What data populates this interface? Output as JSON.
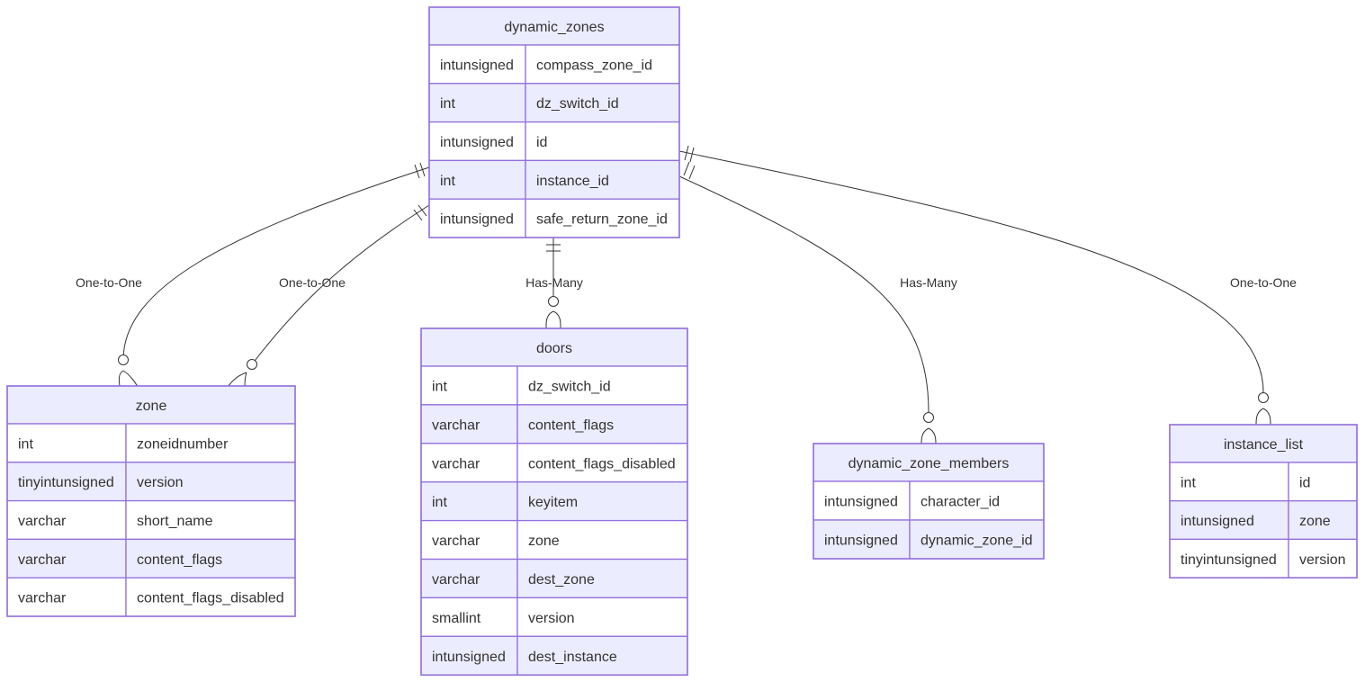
{
  "colors": {
    "header_fill": "#ececff",
    "row_odd_fill": "#ffffff",
    "row_even_fill": "#ececff",
    "border": "#9370db",
    "line": "#333333",
    "text": "#333333"
  },
  "entities": [
    {
      "key": "dynamic_zones",
      "title": "dynamic_zones",
      "attributes": [
        {
          "type": "intunsigned",
          "name": "compass_zone_id"
        },
        {
          "type": "int",
          "name": "dz_switch_id"
        },
        {
          "type": "intunsigned",
          "name": "id"
        },
        {
          "type": "int",
          "name": "instance_id"
        },
        {
          "type": "intunsigned",
          "name": "safe_return_zone_id"
        }
      ]
    },
    {
      "key": "zone",
      "title": "zone",
      "attributes": [
        {
          "type": "int",
          "name": "zoneidnumber"
        },
        {
          "type": "tinyintunsigned",
          "name": "version"
        },
        {
          "type": "varchar",
          "name": "short_name"
        },
        {
          "type": "varchar",
          "name": "content_flags"
        },
        {
          "type": "varchar",
          "name": "content_flags_disabled"
        }
      ]
    },
    {
      "key": "doors",
      "title": "doors",
      "attributes": [
        {
          "type": "int",
          "name": "dz_switch_id"
        },
        {
          "type": "varchar",
          "name": "content_flags"
        },
        {
          "type": "varchar",
          "name": "content_flags_disabled"
        },
        {
          "type": "int",
          "name": "keyitem"
        },
        {
          "type": "varchar",
          "name": "zone"
        },
        {
          "type": "varchar",
          "name": "dest_zone"
        },
        {
          "type": "smallint",
          "name": "version"
        },
        {
          "type": "intunsigned",
          "name": "dest_instance"
        }
      ]
    },
    {
      "key": "dynamic_zone_members",
      "title": "dynamic_zone_members",
      "attributes": [
        {
          "type": "intunsigned",
          "name": "character_id"
        },
        {
          "type": "intunsigned",
          "name": "dynamic_zone_id"
        }
      ]
    },
    {
      "key": "instance_list",
      "title": "instance_list",
      "attributes": [
        {
          "type": "int",
          "name": "id"
        },
        {
          "type": "intunsigned",
          "name": "zone"
        },
        {
          "type": "tinyintunsigned",
          "name": "version"
        }
      ]
    }
  ],
  "relationships": [
    {
      "from": "dynamic_zones",
      "to": "zone",
      "label": "One-to-One",
      "from_cardinality": "exactly-one",
      "to_cardinality": "zero-or-more"
    },
    {
      "from": "dynamic_zones",
      "to": "zone",
      "label": "One-to-One",
      "from_cardinality": "exactly-one",
      "to_cardinality": "zero-or-more"
    },
    {
      "from": "dynamic_zones",
      "to": "doors",
      "label": "Has-Many",
      "from_cardinality": "exactly-one",
      "to_cardinality": "zero-or-more"
    },
    {
      "from": "dynamic_zones",
      "to": "dynamic_zone_members",
      "label": "Has-Many",
      "from_cardinality": "exactly-one",
      "to_cardinality": "zero-or-more"
    },
    {
      "from": "dynamic_zones",
      "to": "instance_list",
      "label": "One-to-One",
      "from_cardinality": "exactly-one",
      "to_cardinality": "zero-or-more"
    }
  ]
}
